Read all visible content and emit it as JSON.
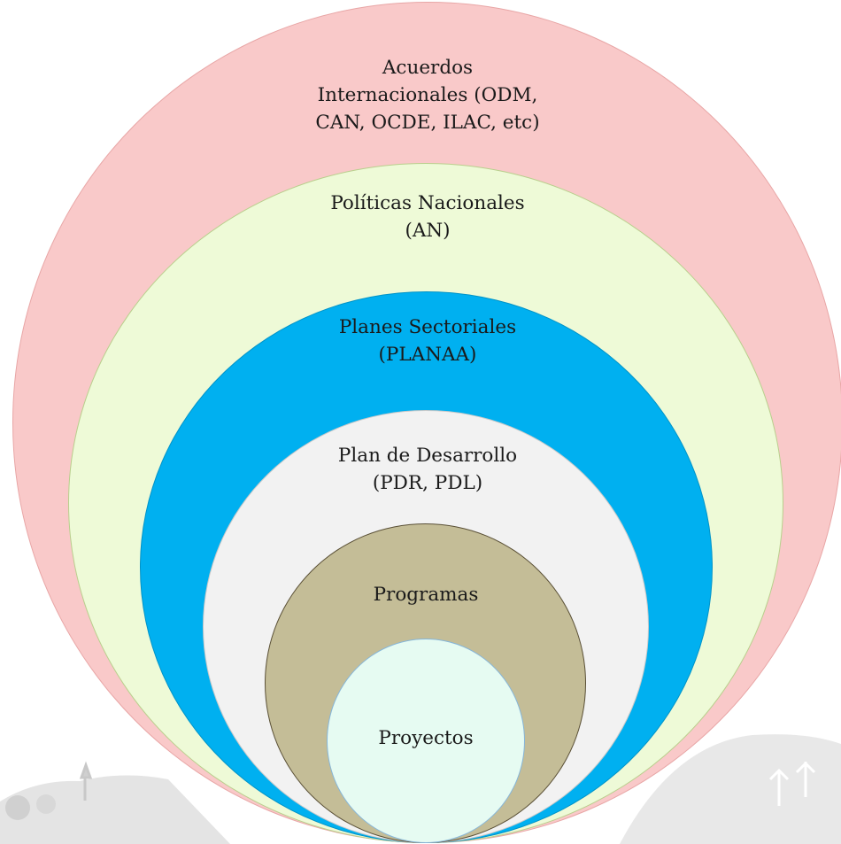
{
  "diagram": {
    "levels": [
      {
        "lines": [
          "Acuerdos",
          "Internacionales (ODM,",
          "CAN, OCDE, ILAC, etc)"
        ],
        "color": "#f9c9c9"
      },
      {
        "lines": [
          "Políticas Nacionales",
          "(AN)"
        ],
        "color": "#eefad7"
      },
      {
        "lines": [
          "Planes Sectoriales",
          "(PLANAA)"
        ],
        "color": "#00b0f0"
      },
      {
        "lines": [
          "Plan de Desarrollo",
          "(PDR, PDL)"
        ],
        "color": "#f2f2f2"
      },
      {
        "lines": [
          "Programas"
        ],
        "color": "#c4bd97"
      },
      {
        "lines": [
          "Proyectos"
        ],
        "color": "#e6fbf2"
      }
    ]
  }
}
